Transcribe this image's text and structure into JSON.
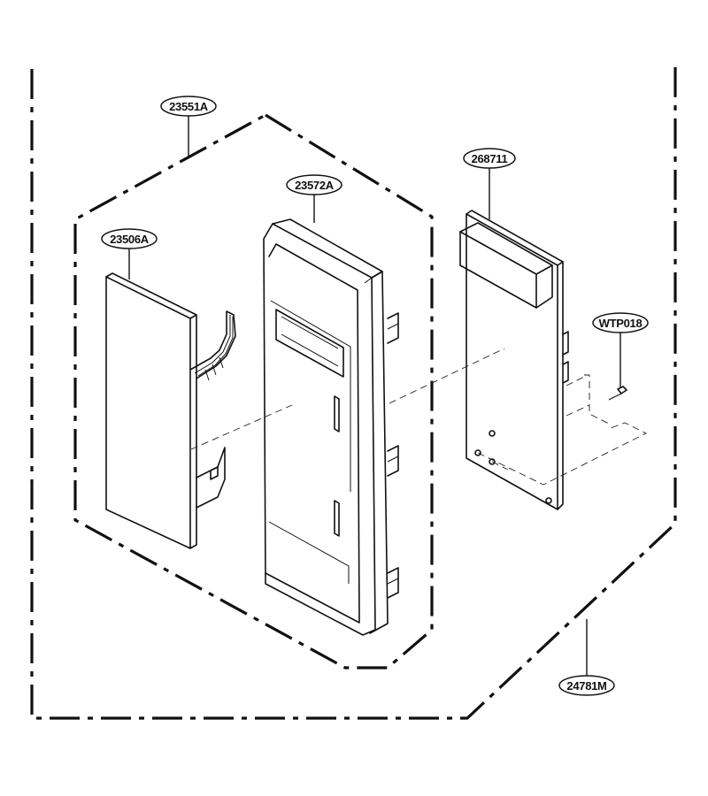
{
  "callouts": {
    "assembly_front": "23551A",
    "panel_body": "23572A",
    "membrane": "23506A",
    "pcb": "268711",
    "screw": "WTP018",
    "assembly_outer": "24781M"
  }
}
